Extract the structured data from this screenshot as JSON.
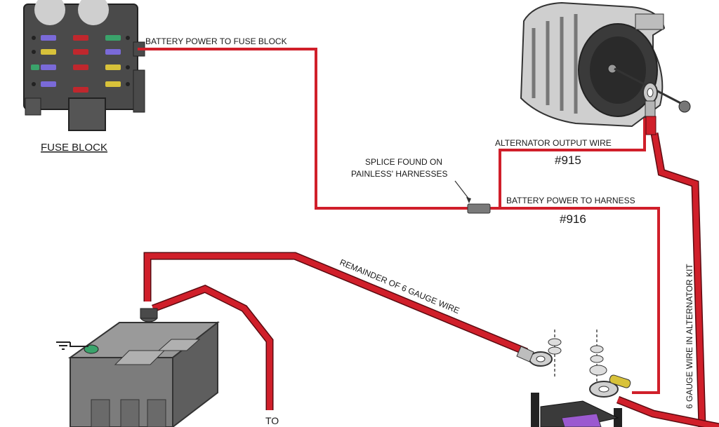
{
  "labels": {
    "battery_to_fuse": "BATTERY POWER TO FUSE BLOCK",
    "fuse_block": "FUSE BLOCK",
    "splice_line1": "SPLICE FOUND ON",
    "splice_line2": "PAINLESS' HARNESSES",
    "alt_output": "ALTERNATOR OUTPUT WIRE",
    "num_915": "#915",
    "battery_to_harness": "BATTERY POWER TO HARNESS",
    "num_916": "#916",
    "remainder_6_gauge": "REMAINDER OF 6 GAUGE WIRE",
    "six_gauge_alt_kit": "6 GAUGE WIRE IN ALTERNATOR KIT",
    "to_label": "TO"
  },
  "colors": {
    "wire_red": "#d01f2a",
    "wire_outline": "#5a0a10",
    "metal_dark": "#3d3d3d",
    "metal_mid": "#8a8a8a",
    "metal_light": "#c9c9c9",
    "terminal_purple": "#9b59d0",
    "fuse_yellow": "#d8c23a",
    "fuse_green": "#3aa36b",
    "fuse_red": "#c0272d",
    "fuse_blue": "#7a6ad8"
  },
  "icons": [
    "fuse-block-icon",
    "alternator-icon",
    "battery-icon",
    "ground-icon",
    "splice-icon",
    "ring-terminal-icon",
    "starter-solenoid-icon"
  ]
}
